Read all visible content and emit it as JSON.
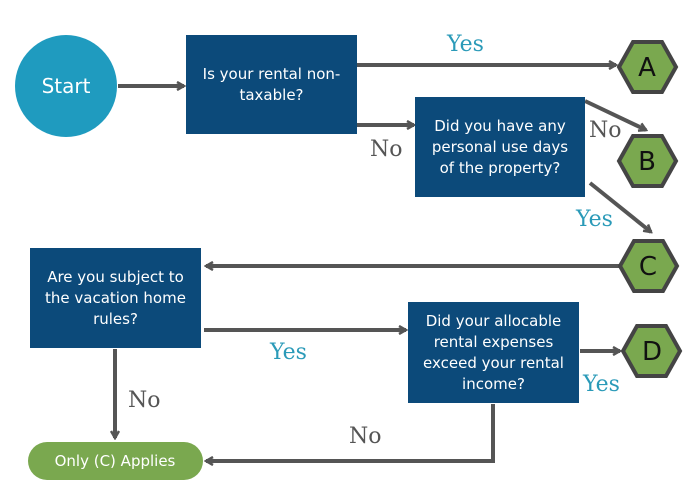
{
  "start": {
    "label": "Start"
  },
  "questions": {
    "q1": "Is your rental non-taxable?",
    "q2": "Did you have any personal use days of the property?",
    "q3": "Are you subject to the vacation home rules?",
    "q4": "Did your allocable rental expenses exceed your rental income?"
  },
  "outcomes": {
    "a": "A",
    "b": "B",
    "c": "C",
    "d": "D",
    "only_c": "Only (C) Applies"
  },
  "edge_labels": {
    "q1_yes": "Yes",
    "q1_no": "No",
    "q2_no": "No",
    "q2_yes": "Yes",
    "q3_yes": "Yes",
    "q3_no": "No",
    "q4_yes": "Yes",
    "q4_no": "No"
  },
  "colors": {
    "start_fill": "#1f9bbf",
    "box_fill": "#0c4a7a",
    "hex_fill": "#7aa84f",
    "hex_stroke": "#444444",
    "pill_fill": "#7aa84f",
    "arrow": "#555555",
    "yes_text": "#2a9ab8",
    "no_text": "#555555"
  }
}
